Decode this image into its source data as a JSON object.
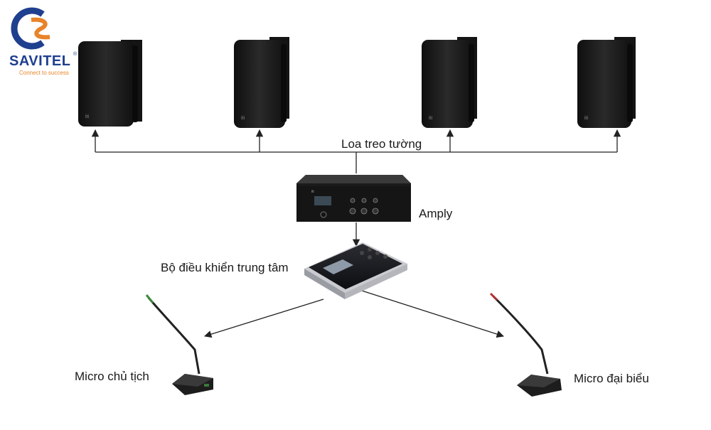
{
  "logo": {
    "name": "SAVITEL",
    "tagline": "Connect to success",
    "registered": "®",
    "colors": {
      "navy": "#1f3f8f",
      "orange": "#e8832a"
    }
  },
  "labels": {
    "speakers": "Loa treo tường",
    "amplifier": "Amply",
    "controller": "Bộ điều khiển trung tâm",
    "chair_mic": "Micro chủ tịch",
    "delegate_mic": "Micro đại biểu"
  },
  "colors": {
    "line": "#222222",
    "device": "#1b1b1b",
    "text": "#1a1a1a"
  },
  "icons": [
    "speaker-icon",
    "amplifier-icon",
    "controller-icon",
    "microphone-icon"
  ]
}
